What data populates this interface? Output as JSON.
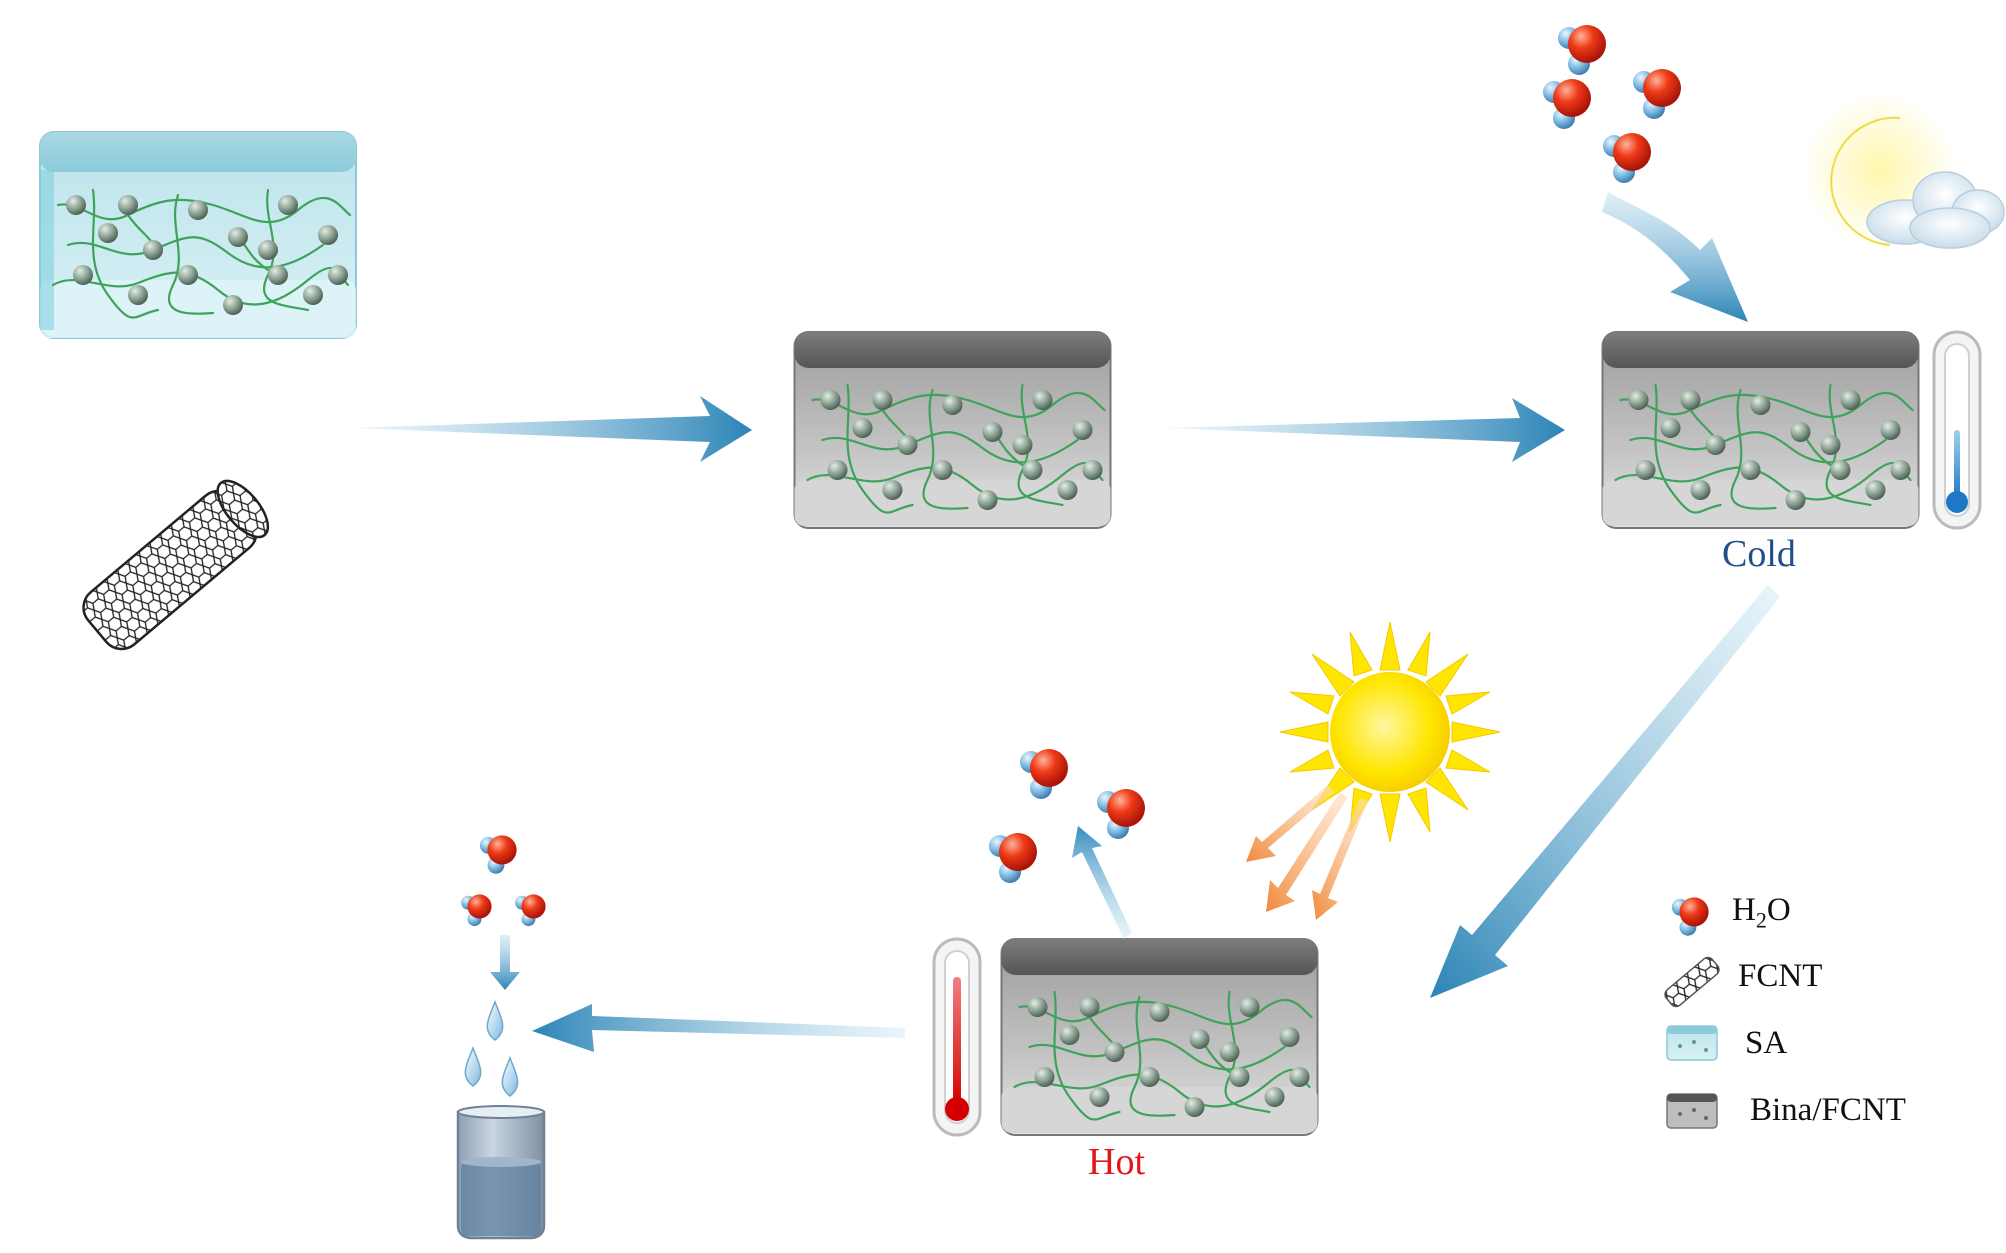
{
  "labels": {
    "cold": "Cold",
    "hot": "Hot"
  },
  "legend": {
    "h2o_main": "H",
    "h2o_sub": "2",
    "h2o_tail": "O",
    "fcnt": "FCNT",
    "sa": "SA",
    "bina": "Bina/FCNT"
  },
  "colors": {
    "arrow_blue": "#2f86b8",
    "cold_text": "#1f4f8a",
    "hot_text": "#e01818",
    "oxygen": "#e22a10",
    "hydrogen": "#7ab8e0",
    "node_green": "#8ea497",
    "chain_green": "#3ea35a",
    "sa_blue": "#bfe6ee",
    "bina_gray": "#6b6b6b"
  },
  "icons": [
    "water-molecule-icon",
    "carbon-nanotube-icon",
    "sun-icon",
    "moon-cloud-icon",
    "thermometer-icon",
    "beaker-icon",
    "droplet-icon"
  ]
}
